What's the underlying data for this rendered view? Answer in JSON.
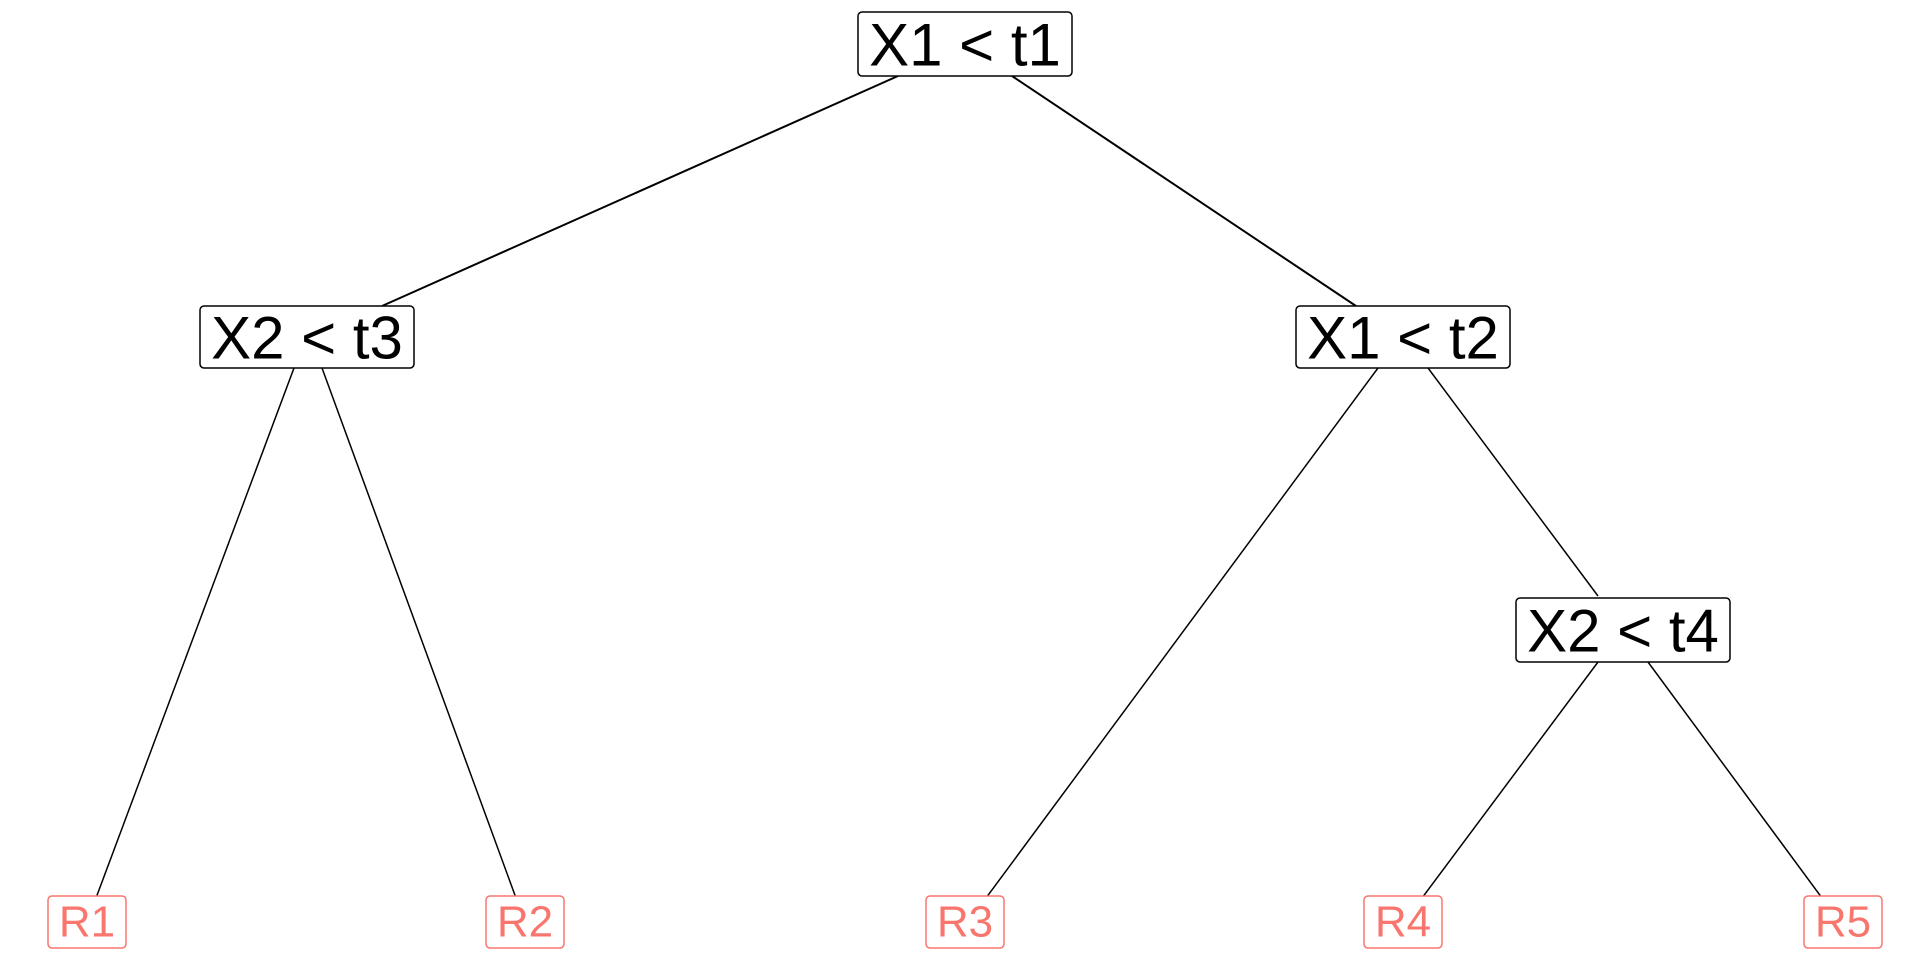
{
  "colors": {
    "split_text": "#000000",
    "split_border": "#000000",
    "leaf": "#f8766d",
    "edge": "#000000",
    "background": "#ffffff"
  },
  "tree": {
    "splits": [
      {
        "id": "n1",
        "label": "X1 < t1"
      },
      {
        "id": "n2",
        "label": "X2 < t3"
      },
      {
        "id": "n3",
        "label": "X1 < t2"
      },
      {
        "id": "n4",
        "label": "X2 < t4"
      }
    ],
    "leaves": [
      {
        "id": "r1",
        "label": "R1"
      },
      {
        "id": "r2",
        "label": "R2"
      },
      {
        "id": "r3",
        "label": "R3"
      },
      {
        "id": "r4",
        "label": "R4"
      },
      {
        "id": "r5",
        "label": "R5"
      }
    ],
    "edges": [
      {
        "from": "n1",
        "to": "n2"
      },
      {
        "from": "n1",
        "to": "n3"
      },
      {
        "from": "n2",
        "to": "r1"
      },
      {
        "from": "n2",
        "to": "r2"
      },
      {
        "from": "n3",
        "to": "r3"
      },
      {
        "from": "n3",
        "to": "n4"
      },
      {
        "from": "n4",
        "to": "r4"
      },
      {
        "from": "n4",
        "to": "r5"
      }
    ]
  }
}
